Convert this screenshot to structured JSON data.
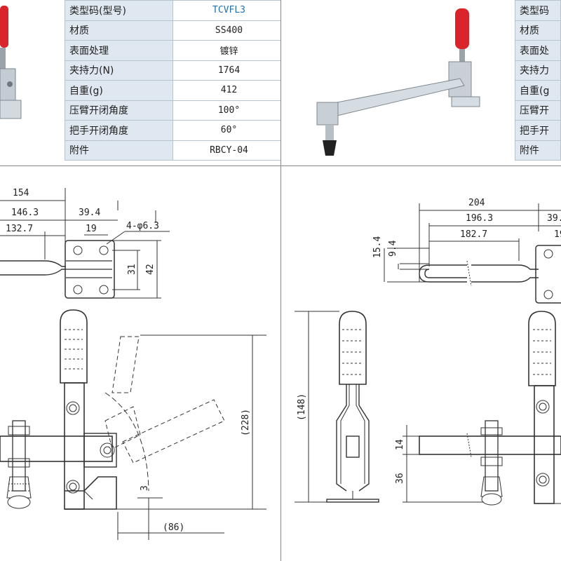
{
  "spec_table_left": {
    "rows": [
      {
        "label": "类型码(型号)",
        "value": "TCVFL3"
      },
      {
        "label": "材质",
        "value": "SS400"
      },
      {
        "label": "表面处理",
        "value": "镀锌"
      },
      {
        "label": "夹持力(N)",
        "value": "1764"
      },
      {
        "label": "自重(g)",
        "value": "412"
      },
      {
        "label": "压臂开闭角度",
        "value": "100°"
      },
      {
        "label": "把手开闭角度",
        "value": "60°"
      },
      {
        "label": "附件",
        "value": "RBCY-04"
      }
    ]
  },
  "spec_table_right": {
    "rows": [
      {
        "label": "类型码"
      },
      {
        "label": "材质"
      },
      {
        "label": "表面处"
      },
      {
        "label": "夹持力"
      },
      {
        "label": "自重(g"
      },
      {
        "label": "压臂开"
      },
      {
        "label": "把手开"
      },
      {
        "label": "附件"
      }
    ]
  },
  "dims_left": {
    "d154": "154",
    "d146_3": "146.3",
    "d39_4": "39.4",
    "d132_7": "132.7",
    "d19": "19",
    "holes": "4-φ6.3",
    "d31": "31",
    "d42": "42",
    "d228": "(228)",
    "d3": "3",
    "d86": "(86)"
  },
  "dims_right": {
    "d204": "204",
    "d196_3": "196.3",
    "d39": "39.",
    "d182_7": "182.7",
    "d15_4": "15.4",
    "d9_4": "9.4",
    "d148": "(148)",
    "d14": "14",
    "d36": "36",
    "d19": "19"
  },
  "colors": {
    "header_cell": "#dfe8f0",
    "highlight": "#1d6fb0",
    "handle_red": "#d8242a",
    "line": "#222222"
  }
}
